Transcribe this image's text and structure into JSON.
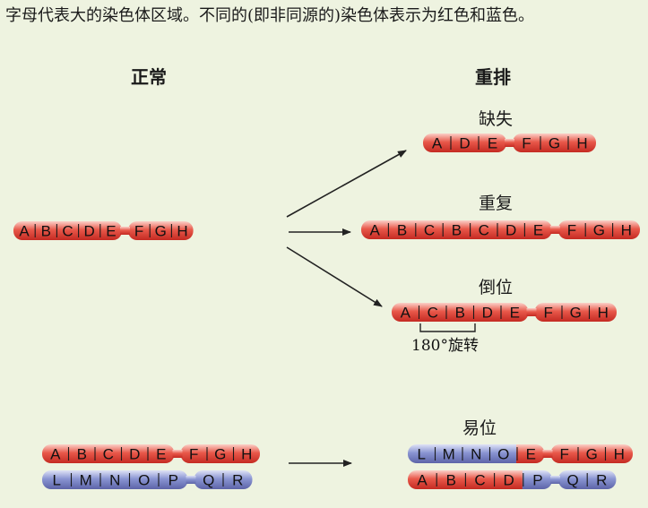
{
  "caption": "字母代表大的染色体区域。不同的(即非同源的)染色体表示为红色和蓝色。",
  "headers": {
    "normal": "正常",
    "rearranged": "重排"
  },
  "labels": {
    "deletion": "缺失",
    "duplication": "重复",
    "inversion": "倒位",
    "translocation": "易位",
    "rotation": "180°旋转"
  },
  "colors": {
    "red": "#e8584a",
    "red_dark": "#c42a22",
    "blue": "#8a95d2",
    "blue_dark": "#5d64a8"
  },
  "chromosomes": {
    "normal": [
      "A",
      "B",
      "C",
      "D",
      "E",
      "F",
      "G",
      "H"
    ],
    "deletion": [
      "A",
      "D",
      "E",
      "F",
      "G",
      "H"
    ],
    "duplication": [
      "A",
      "B",
      "C",
      "B",
      "C",
      "D",
      "E",
      "F",
      "G",
      "H"
    ],
    "inversion": [
      "A",
      "C",
      "B",
      "D",
      "E",
      "F",
      "G",
      "H"
    ],
    "trans_normal_red": [
      "A",
      "B",
      "C",
      "D",
      "E",
      "F",
      "G",
      "H"
    ],
    "trans_normal_blue": [
      "L",
      "M",
      "N",
      "O",
      "P",
      "Q",
      "R"
    ],
    "trans_result_1": [
      "L",
      "M",
      "N",
      "O",
      "E",
      "F",
      "G",
      "H"
    ],
    "trans_result_2": [
      "A",
      "B",
      "C",
      "D",
      "P",
      "Q",
      "R"
    ]
  }
}
